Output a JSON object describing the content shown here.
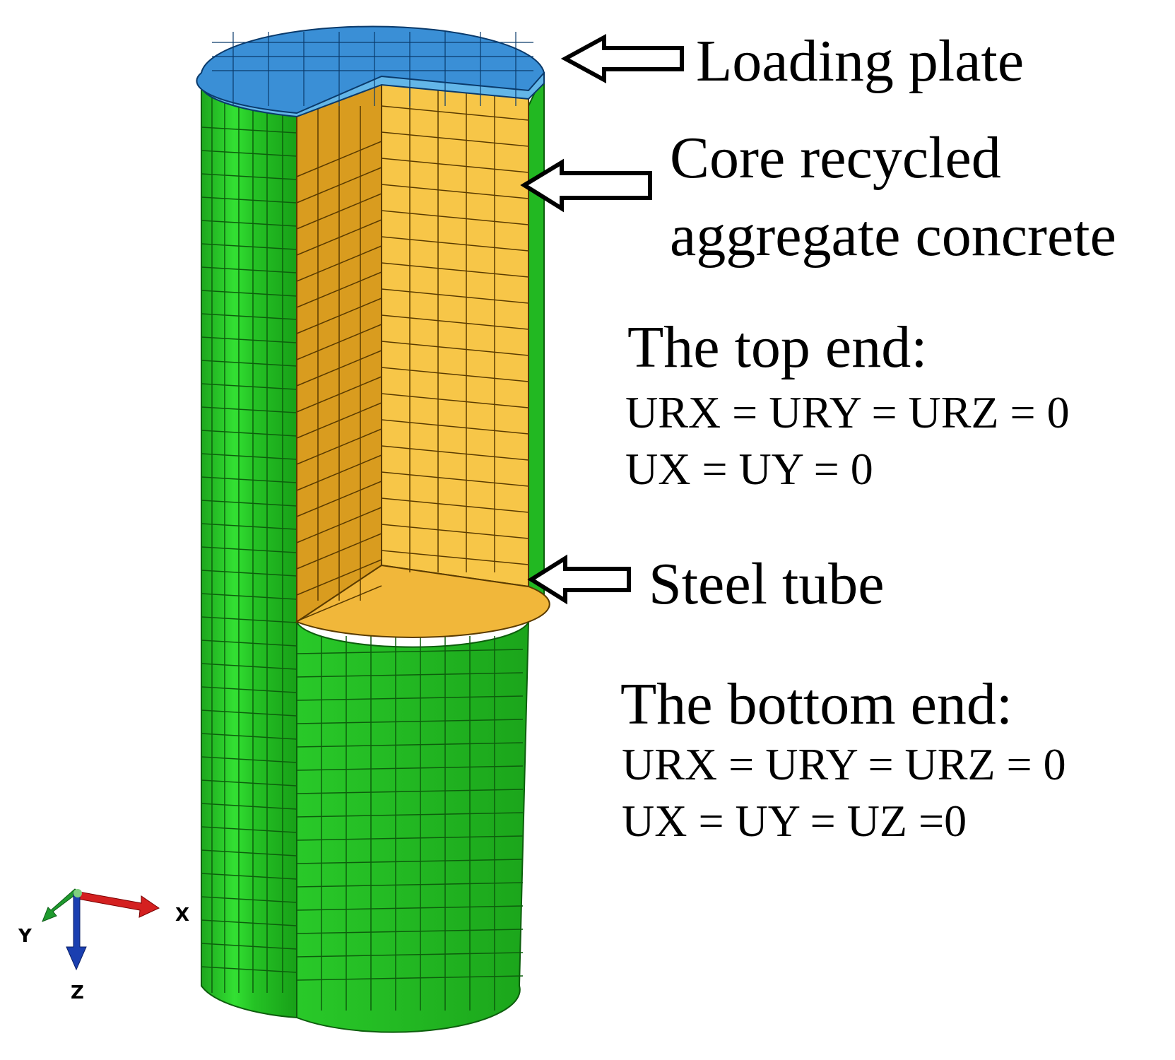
{
  "labels": {
    "loading_plate": "Loading plate",
    "core_line1": "Core recycled",
    "core_line2": "aggregate concrete",
    "steel_tube": "Steel tube"
  },
  "boundary_conditions": {
    "top": {
      "title": "The top end:",
      "line1": "URX = URY = URZ = 0",
      "line2": "UX = UY = 0"
    },
    "bottom": {
      "title": "The bottom end:",
      "line1": "URX = URY = URZ = 0",
      "line2": "UX = UY = UZ =0"
    }
  },
  "axes": {
    "x": "X",
    "y": "Y",
    "z": "Z"
  },
  "colors": {
    "steel_tube": "#22b822",
    "steel_tube_light": "#2fdc2f",
    "concrete": "#f6c445",
    "concrete_dark": "#d79a1d",
    "loading_plate": "#3a8fd6",
    "loading_plate_edge": "#63b6e8",
    "axis_x": "#d42020",
    "axis_y": "#1f9a2e",
    "axis_z": "#1a3fb0"
  }
}
